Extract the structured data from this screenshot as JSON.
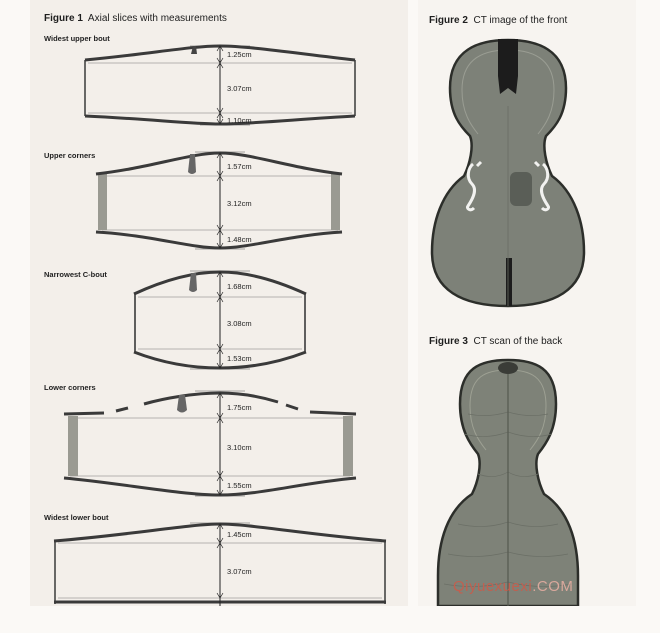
{
  "figure1": {
    "number": "Figure 1",
    "caption": "Axial slices with measurements",
    "slices": [
      {
        "label": "Widest upper bout",
        "measurements": [
          "1.25cm",
          "3.07cm",
          "1.10cm"
        ]
      },
      {
        "label": "Upper corners",
        "measurements": [
          "1.57cm",
          "3.12cm",
          "1.48cm"
        ]
      },
      {
        "label": "Narrowest C-bout",
        "measurements": [
          "1.68cm",
          "3.08cm",
          "1.53cm"
        ]
      },
      {
        "label": "Lower corners",
        "measurements": [
          "1.75cm",
          "3.10cm",
          "1.55cm"
        ]
      },
      {
        "label": "Widest lower bout",
        "measurements": [
          "1.45cm",
          "3.07cm"
        ]
      }
    ]
  },
  "figure2": {
    "number": "Figure 2",
    "caption": "CT image of the front"
  },
  "figure3": {
    "number": "Figure 3",
    "caption": "CT scan of the back"
  },
  "watermark": {
    "main": "Qiyuexuexi",
    "suffix": ".COM"
  },
  "colors": {
    "outline": "#3a3a3a",
    "rib": "#9a9a92",
    "body_scan": "#7d8178",
    "scan_dark": "#2c2e2a",
    "watermark": "#c06050"
  }
}
